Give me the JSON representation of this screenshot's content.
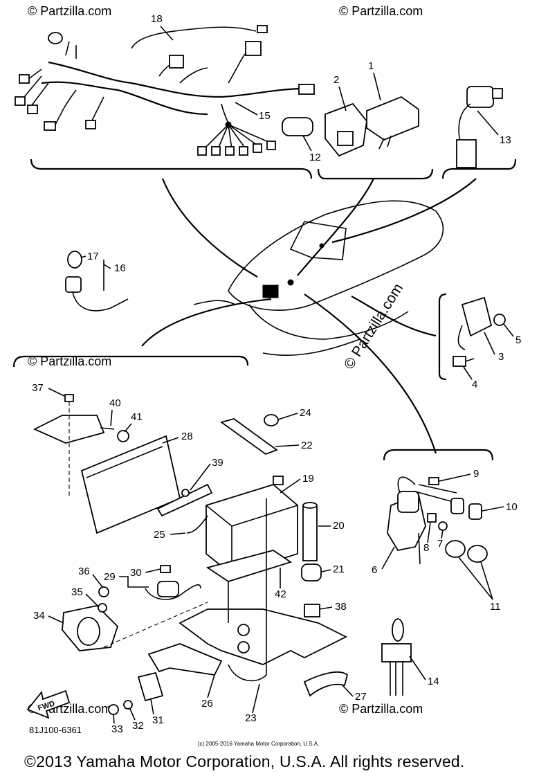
{
  "diagram": {
    "reference_code": "81J100-6361",
    "fwd_label": "FWD",
    "watermark": "© Partzilla.com",
    "watermark_small": "(c) 2005-2016 Yamaha Motor Corporation, U.S.A.",
    "copyright": "©2013 Yamaha Motor Corporation, U.S.A. All rights reserved.",
    "part_numbers": [
      "1",
      "2",
      "3",
      "4",
      "5",
      "6",
      "7",
      "8",
      "9",
      "10",
      "11",
      "12",
      "13",
      "14",
      "15",
      "16",
      "17",
      "18",
      "19",
      "20",
      "21",
      "22",
      "23",
      "24",
      "25",
      "26",
      "27",
      "28",
      "29",
      "30",
      "31",
      "32",
      "33",
      "34",
      "35",
      "36",
      "37",
      "38",
      "39",
      "40",
      "41",
      "42"
    ]
  }
}
